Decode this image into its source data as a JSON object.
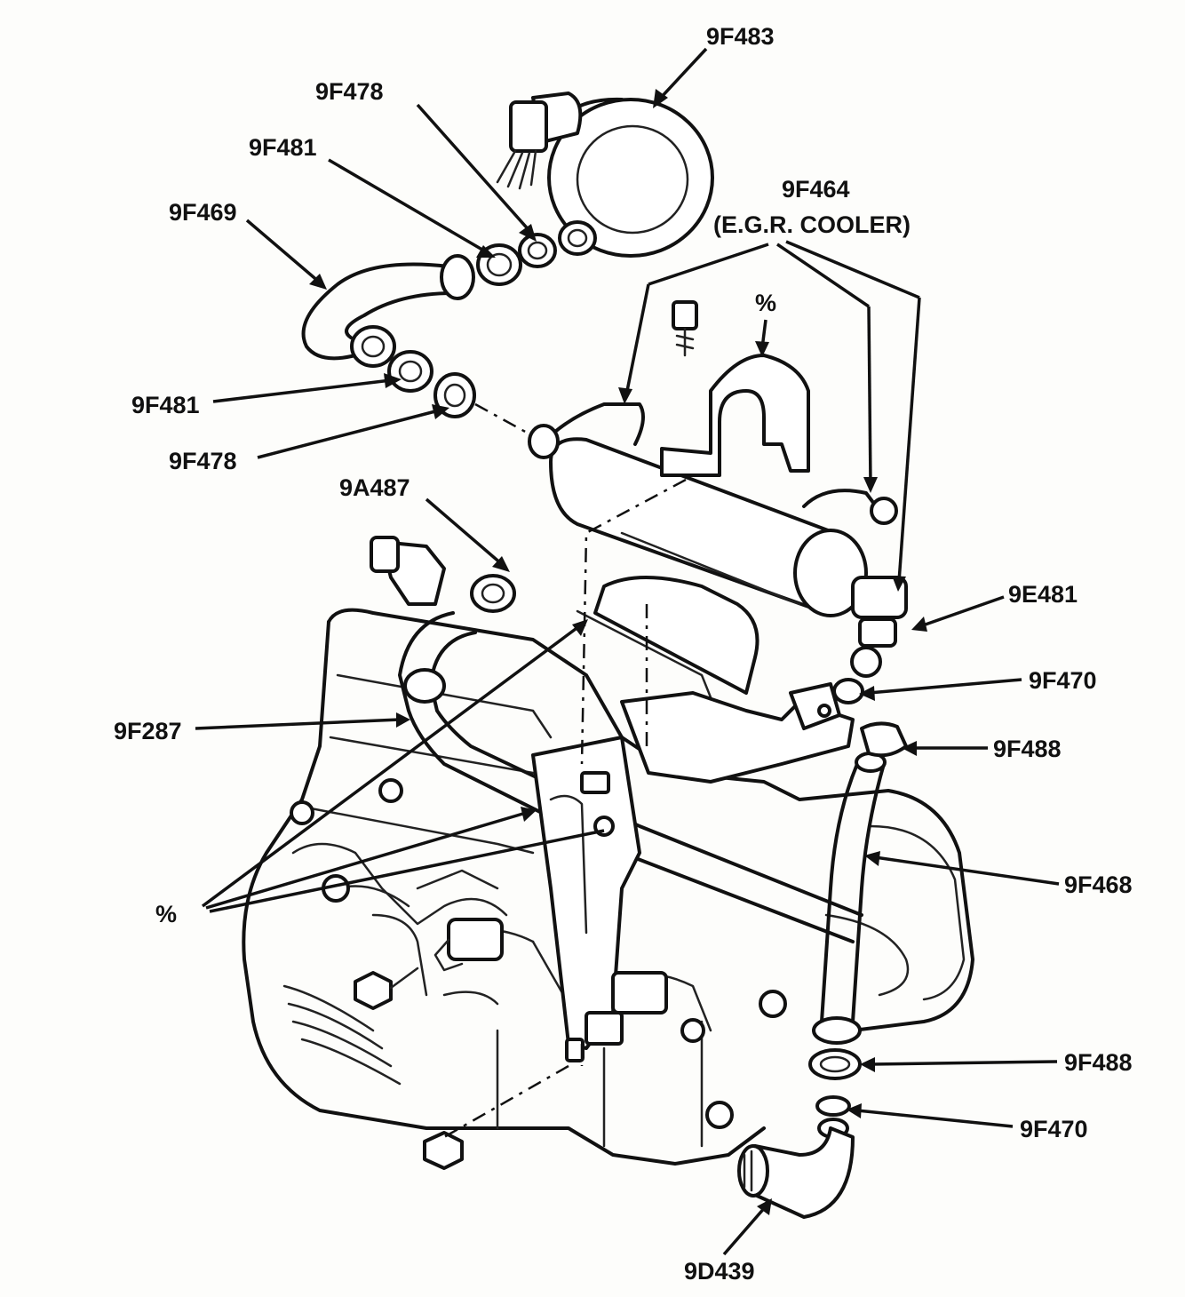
{
  "labels": {
    "cooler_part": "9F464",
    "cooler_name": "(E.G.R. COOLER)",
    "valve": "9F483",
    "hose_a_top": "9F478",
    "clamp_a_top": "9F481",
    "hose_curved": "9F469",
    "clamp_a_bottom": "9F481",
    "hose_a_bottom": "9F478",
    "pipe_upper": "9A487",
    "outlet": "9E481",
    "seal_upper": "9F470",
    "clamp_upper": "9F488",
    "tube_left": "9F287",
    "tube_right": "9F468",
    "clamp_lower": "9F488",
    "seal_lower": "9F470",
    "elbow": "9D439",
    "note_bracket": "%",
    "note_support": "%"
  },
  "colors": {
    "ink": "#111111",
    "paper": "#fdfdfb"
  }
}
